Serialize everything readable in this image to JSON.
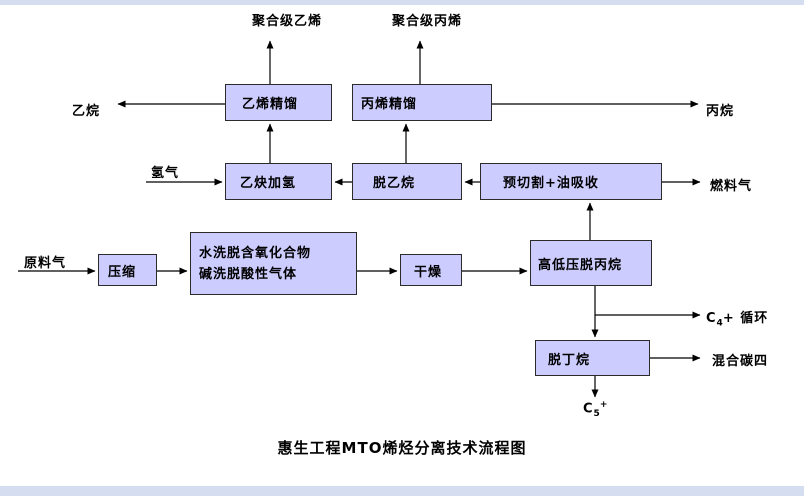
{
  "title": "惠生工程MTO烯烃分离技术流程图",
  "colors": {
    "background": "#ffffff",
    "box_fill": "#ccccff",
    "box_border": "#2b2b2b",
    "line": "#000000",
    "frame_strip": "#d4def0"
  },
  "boxes": {
    "ethylene_distillation": "乙烯精馏",
    "propylene_distillation": "丙烯精馏",
    "acetylene_hydrogenation": "乙炔加氢",
    "deethanizer": "脱乙烷",
    "precut_oil_absorption": "预切割+油吸收",
    "wash_line1": "水洗脱含氧化合物",
    "wash_line2": "碱洗脱酸性气体",
    "compression": "压缩",
    "drying": "干燥",
    "hl_depropanizer": "高低压脱丙烷",
    "debutanizer": "脱丁烷"
  },
  "streams": {
    "polymer_grade_ethylene": "聚合级乙烯",
    "polymer_grade_propylene": "聚合级丙烯",
    "ethane": "乙烷",
    "propane": "丙烷",
    "hydrogen": "氢气",
    "fuel_gas": "燃料气",
    "feed_gas": "原料气",
    "c4_base": "C",
    "c4_sub": "4",
    "c4_rest": "+ 循环",
    "c5_base": "C",
    "c5_sub": "5",
    "c5_sup": "+",
    "mixed_c4": "混合碳四"
  }
}
